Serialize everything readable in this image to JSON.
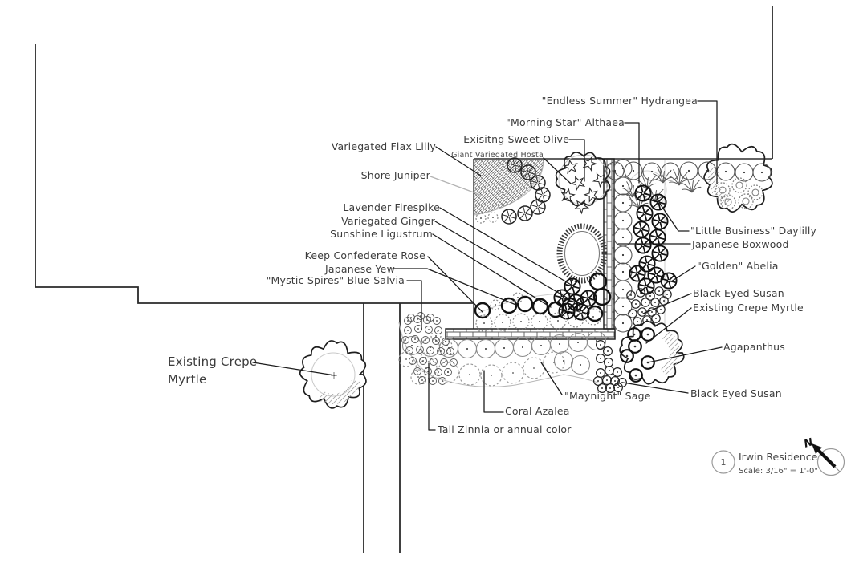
{
  "drawing": {
    "type": "landscape planting plan",
    "plant_labels": [
      {
        "id": "endless-summer-hydrangea",
        "text": "\"Endless Summer\" Hydrangea"
      },
      {
        "id": "morning-star-althaea",
        "text": "\"Morning Star\" Althaea"
      },
      {
        "id": "existing-sweet-olive",
        "text": "Exisitng Sweet Olive"
      },
      {
        "id": "giant-variegated-hosta",
        "text": "Giant Variegated Hosta"
      },
      {
        "id": "variegated-flax-lilly",
        "text": "Variegated Flax Lilly"
      },
      {
        "id": "shore-juniper",
        "text": "Shore Juniper"
      },
      {
        "id": "lavender-firespike",
        "text": "Lavender Firespike"
      },
      {
        "id": "variegated-ginger",
        "text": "Variegated Ginger"
      },
      {
        "id": "sunshine-ligustrum",
        "text": "Sunshine Ligustrum"
      },
      {
        "id": "keep-confederate-rose",
        "text": "Keep Confederate Rose"
      },
      {
        "id": "japanese-yew",
        "text": "Japanese Yew"
      },
      {
        "id": "mystic-spires-blue-salvia",
        "text": "\"Mystic Spires\" Blue Salvia"
      },
      {
        "id": "existing-crepe-myrtle-left",
        "text": "Existing Crepe Myrtle"
      },
      {
        "id": "little-business-daylilly",
        "text": "\"Little Business\" Daylilly"
      },
      {
        "id": "japanese-boxwood",
        "text": "Japanese Boxwood"
      },
      {
        "id": "golden-abelia",
        "text": "\"Golden\" Abelia"
      },
      {
        "id": "black-eyed-susan-upper",
        "text": "Black Eyed Susan"
      },
      {
        "id": "existing-crepe-myrtle-right",
        "text": "Existing Crepe Myrtle"
      },
      {
        "id": "agapanthus",
        "text": "Agapanthus"
      },
      {
        "id": "black-eyed-susan-lower",
        "text": "Black Eyed Susan"
      },
      {
        "id": "maynight-sage",
        "text": "\"Maynight\" Sage"
      },
      {
        "id": "coral-azalea",
        "text": "Coral Azalea"
      },
      {
        "id": "tall-zinnia",
        "text": "Tall Zinnia or annual color"
      }
    ],
    "title_block": {
      "sheet_number": "1",
      "title": "Irwin Residence",
      "scale": "Scale: 3/16\" = 1'-0\""
    },
    "north_arrow": {
      "label": "N"
    },
    "ink_color": "#1c1c1c",
    "background_color": "#ffffff"
  }
}
